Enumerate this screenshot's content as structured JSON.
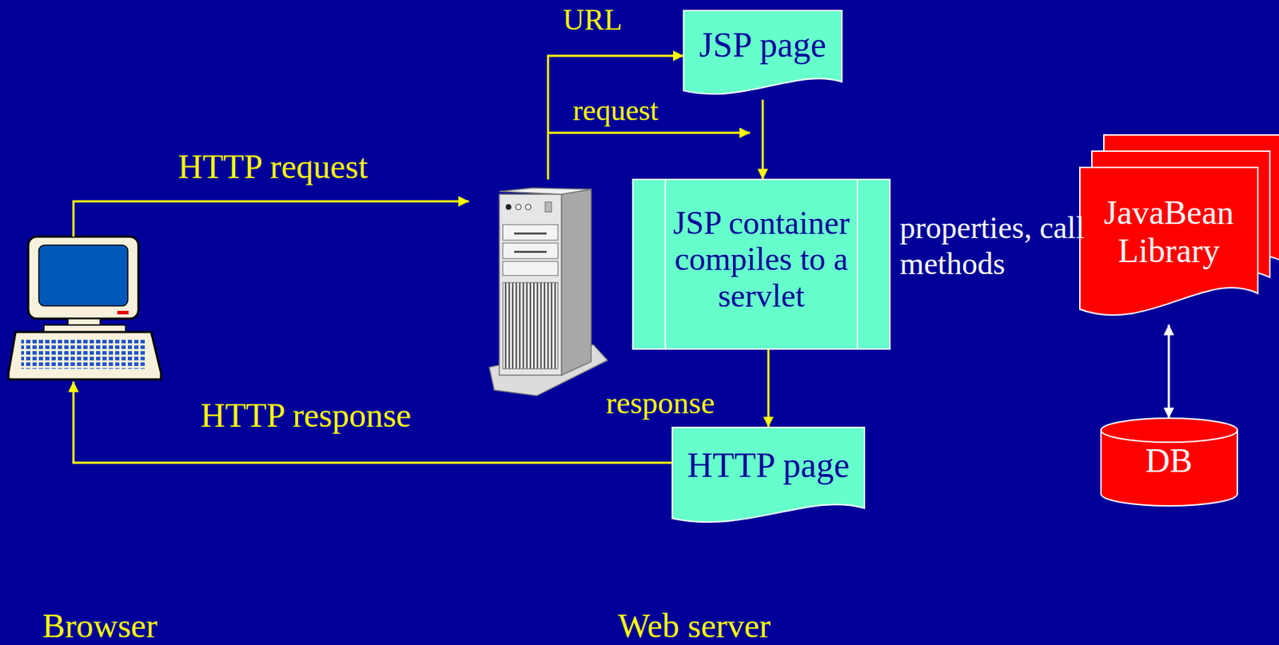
{
  "diagram": {
    "nodes": [
      {
        "text": [
          "JSP page"
        ]
      },
      {
        "text": [
          "JSP container compiles to a servlet"
        ]
      },
      {
        "text": [
          "HTTP page"
        ]
      },
      {
        "text": [
          "JavaBean Library"
        ]
      },
      {
        "text": [
          "DB"
        ]
      }
    ],
    "edges": [
      {
        "from": 0,
        "to": 1,
        "arrow": "to"
      },
      {
        "from": 1,
        "to": 2,
        "label": "response",
        "arrow": "to"
      },
      {
        "from": 3,
        "to": 4,
        "arrow": "both"
      }
    ],
    "labels": [
      "URL",
      "request",
      "HTTP request",
      "properties, call methods",
      "HTTP response",
      "Browser",
      "Web server"
    ]
  }
}
